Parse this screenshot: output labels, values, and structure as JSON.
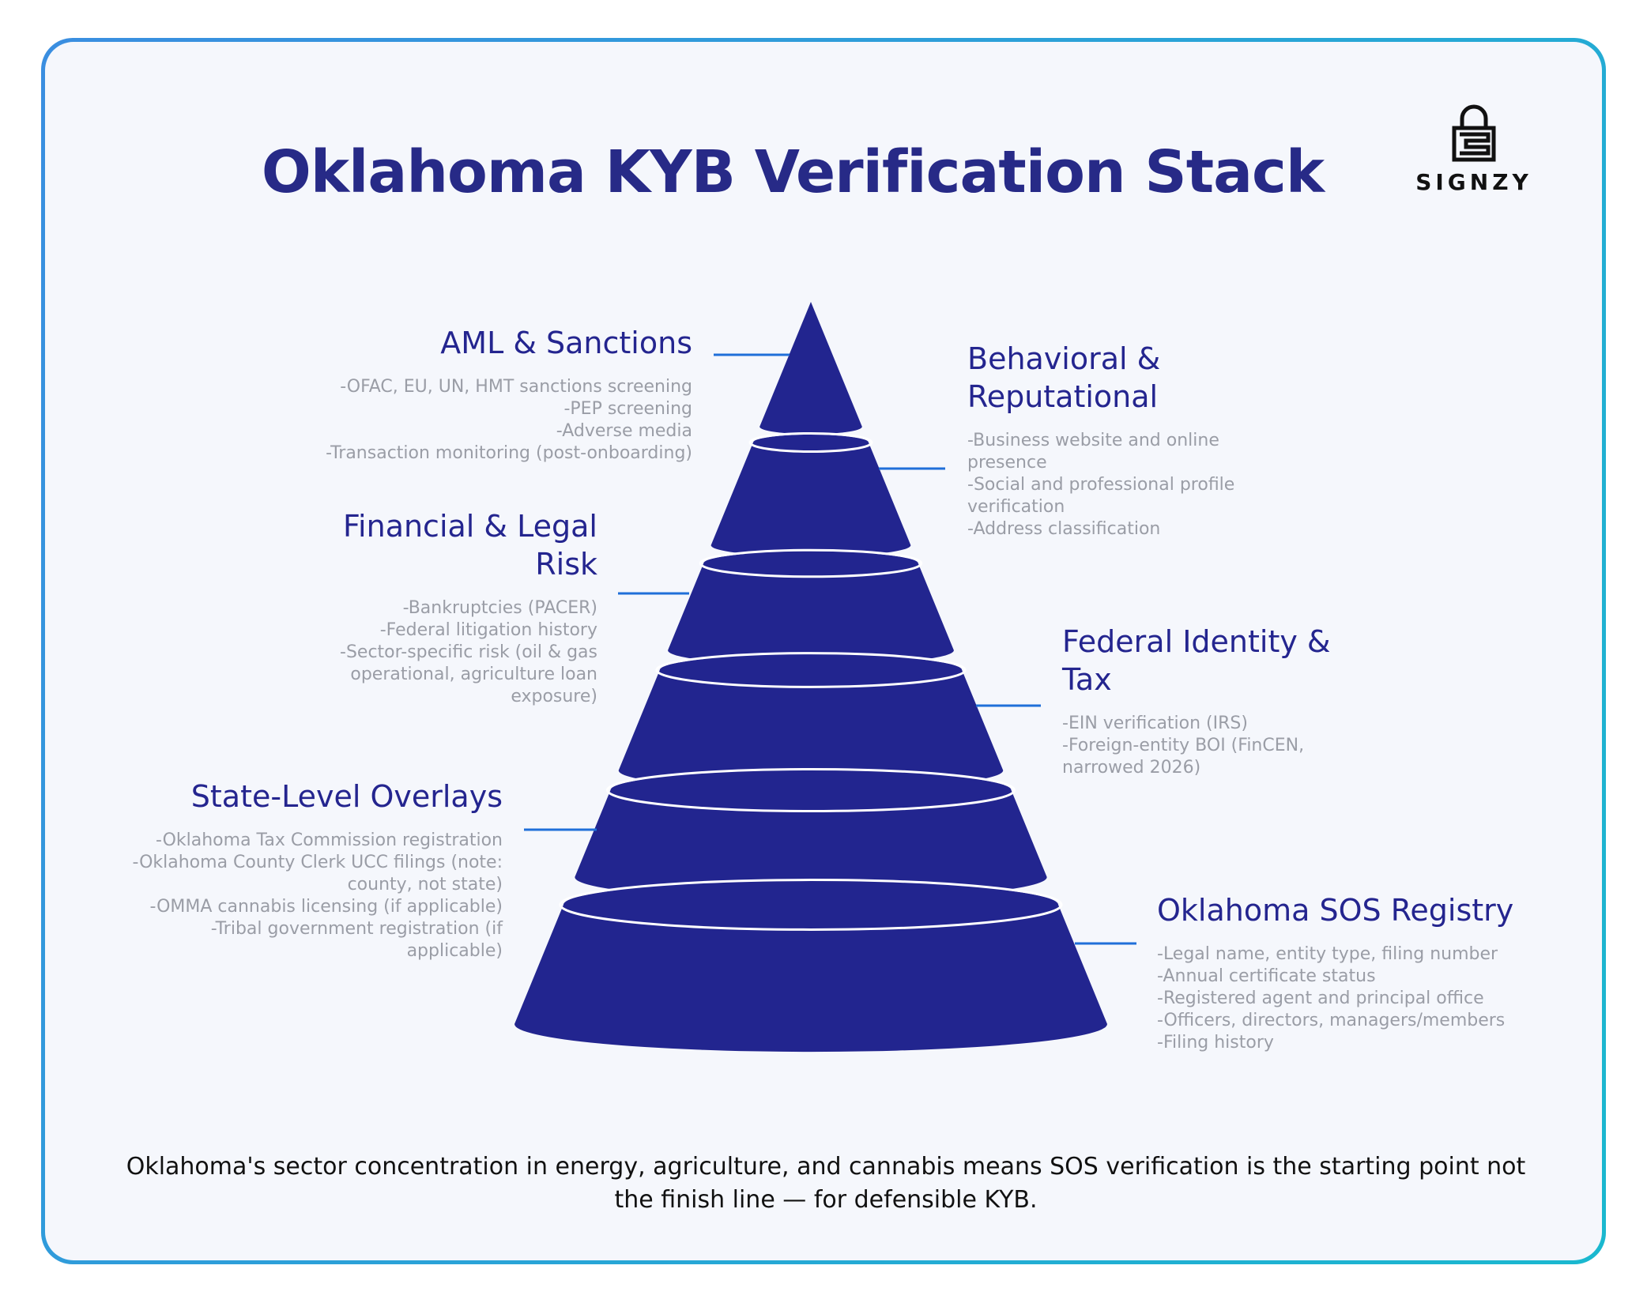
{
  "title": "Oklahoma KYB Verification Stack",
  "logo": {
    "icon": "lock-maze-icon",
    "wordmark": "SIGNZY"
  },
  "colors": {
    "accent": "#22258f",
    "connector": "#1f6fd9",
    "border": "#2a9be0"
  },
  "layers": [
    {
      "title": "AML & Sanctions",
      "items": [
        "-OFAC, EU, UN, HMT sanctions screening",
        "-PEP screening",
        "-Adverse media",
        "-Transaction monitoring (post-onboarding)"
      ]
    },
    {
      "title": "Behavioral & Reputational",
      "items": [
        "-Business website and online presence",
        "-Social and professional profile verification",
        "-Address classification"
      ]
    },
    {
      "title": "Financial & Legal Risk",
      "items": [
        "-Bankruptcies (PACER)",
        "-Federal litigation history",
        "-Sector-specific risk (oil & gas operational, agriculture loan exposure)"
      ]
    },
    {
      "title": "Federal Identity & Tax",
      "items": [
        "-EIN verification (IRS)",
        "-Foreign-entity BOI (FinCEN, narrowed 2026)"
      ]
    },
    {
      "title": "State-Level Overlays",
      "items": [
        "-Oklahoma Tax Commission registration",
        "-Oklahoma County Clerk UCC filings (note: county, not state)",
        "-OMMA cannabis licensing (if applicable)",
        "-Tribal government registration (if applicable)"
      ]
    },
    {
      "title": "Oklahoma SOS Registry",
      "items": [
        "-Legal name, entity type, filing number",
        "-Annual certificate status",
        "-Registered agent and principal office",
        "-Officers, directors, managers/members",
        "-Filing history"
      ]
    }
  ],
  "footer": "Oklahoma's sector concentration in energy, agriculture, and cannabis means SOS verification is the starting point not the finish line — for defensible KYB."
}
